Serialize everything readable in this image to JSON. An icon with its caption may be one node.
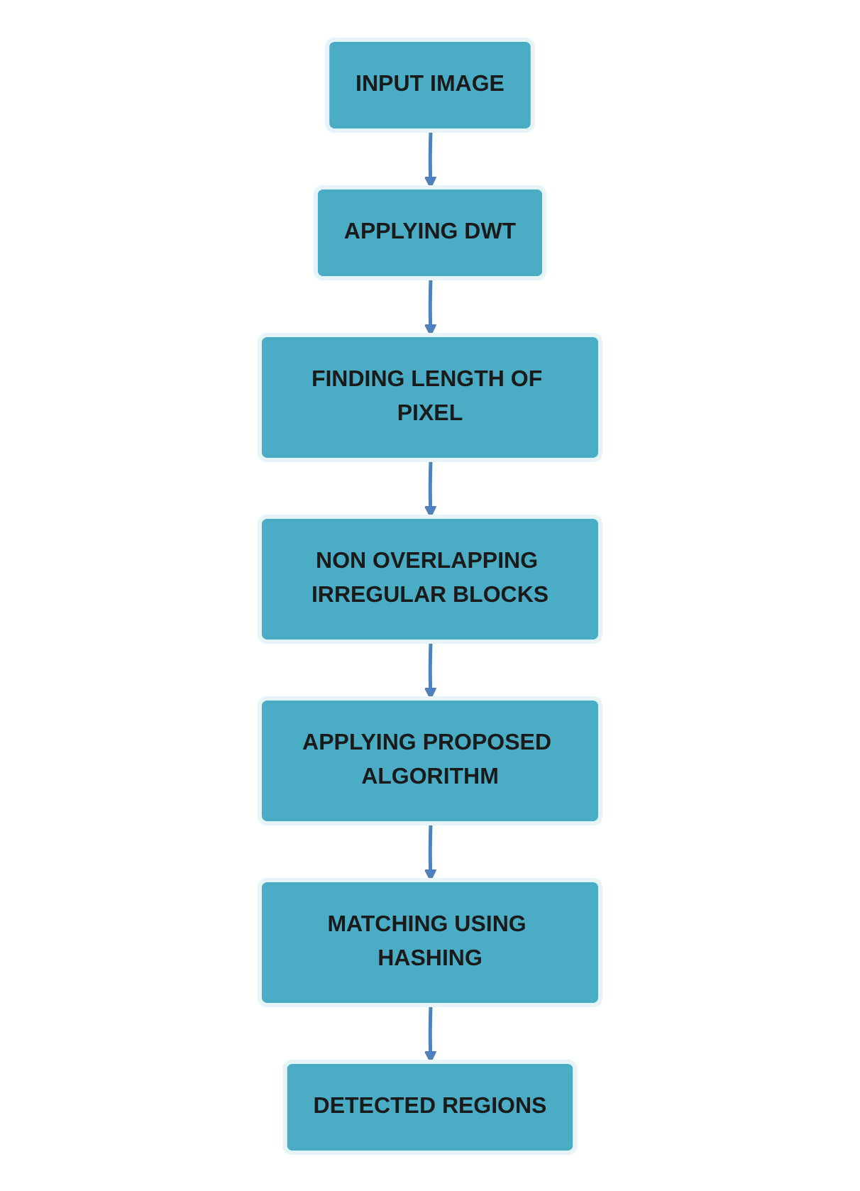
{
  "diagram": {
    "nodes": [
      {
        "text": [
          "INPUT IMAGE"
        ]
      },
      {
        "text": [
          "APPLYING DWT"
        ]
      },
      {
        "text": [
          "FINDING LENGTH OF PIXEL"
        ]
      },
      {
        "text": [
          "NON OVERLAPPING IRREGULAR BLOCKS"
        ]
      },
      {
        "text": [
          "APPLYING PROPOSED ALGORITHM"
        ]
      },
      {
        "text": [
          "MATCHING USING HASHING"
        ]
      },
      {
        "text": [
          "DETECTED REGIONS"
        ]
      }
    ],
    "edges": [
      {
        "from": 0,
        "to": 1,
        "arrow": "to"
      },
      {
        "from": 1,
        "to": 2,
        "arrow": "to"
      },
      {
        "from": 2,
        "to": 3,
        "arrow": "to"
      },
      {
        "from": 3,
        "to": 4,
        "arrow": "to"
      },
      {
        "from": 4,
        "to": 5,
        "arrow": "to"
      },
      {
        "from": 5,
        "to": 6,
        "arrow": "to"
      }
    ]
  }
}
